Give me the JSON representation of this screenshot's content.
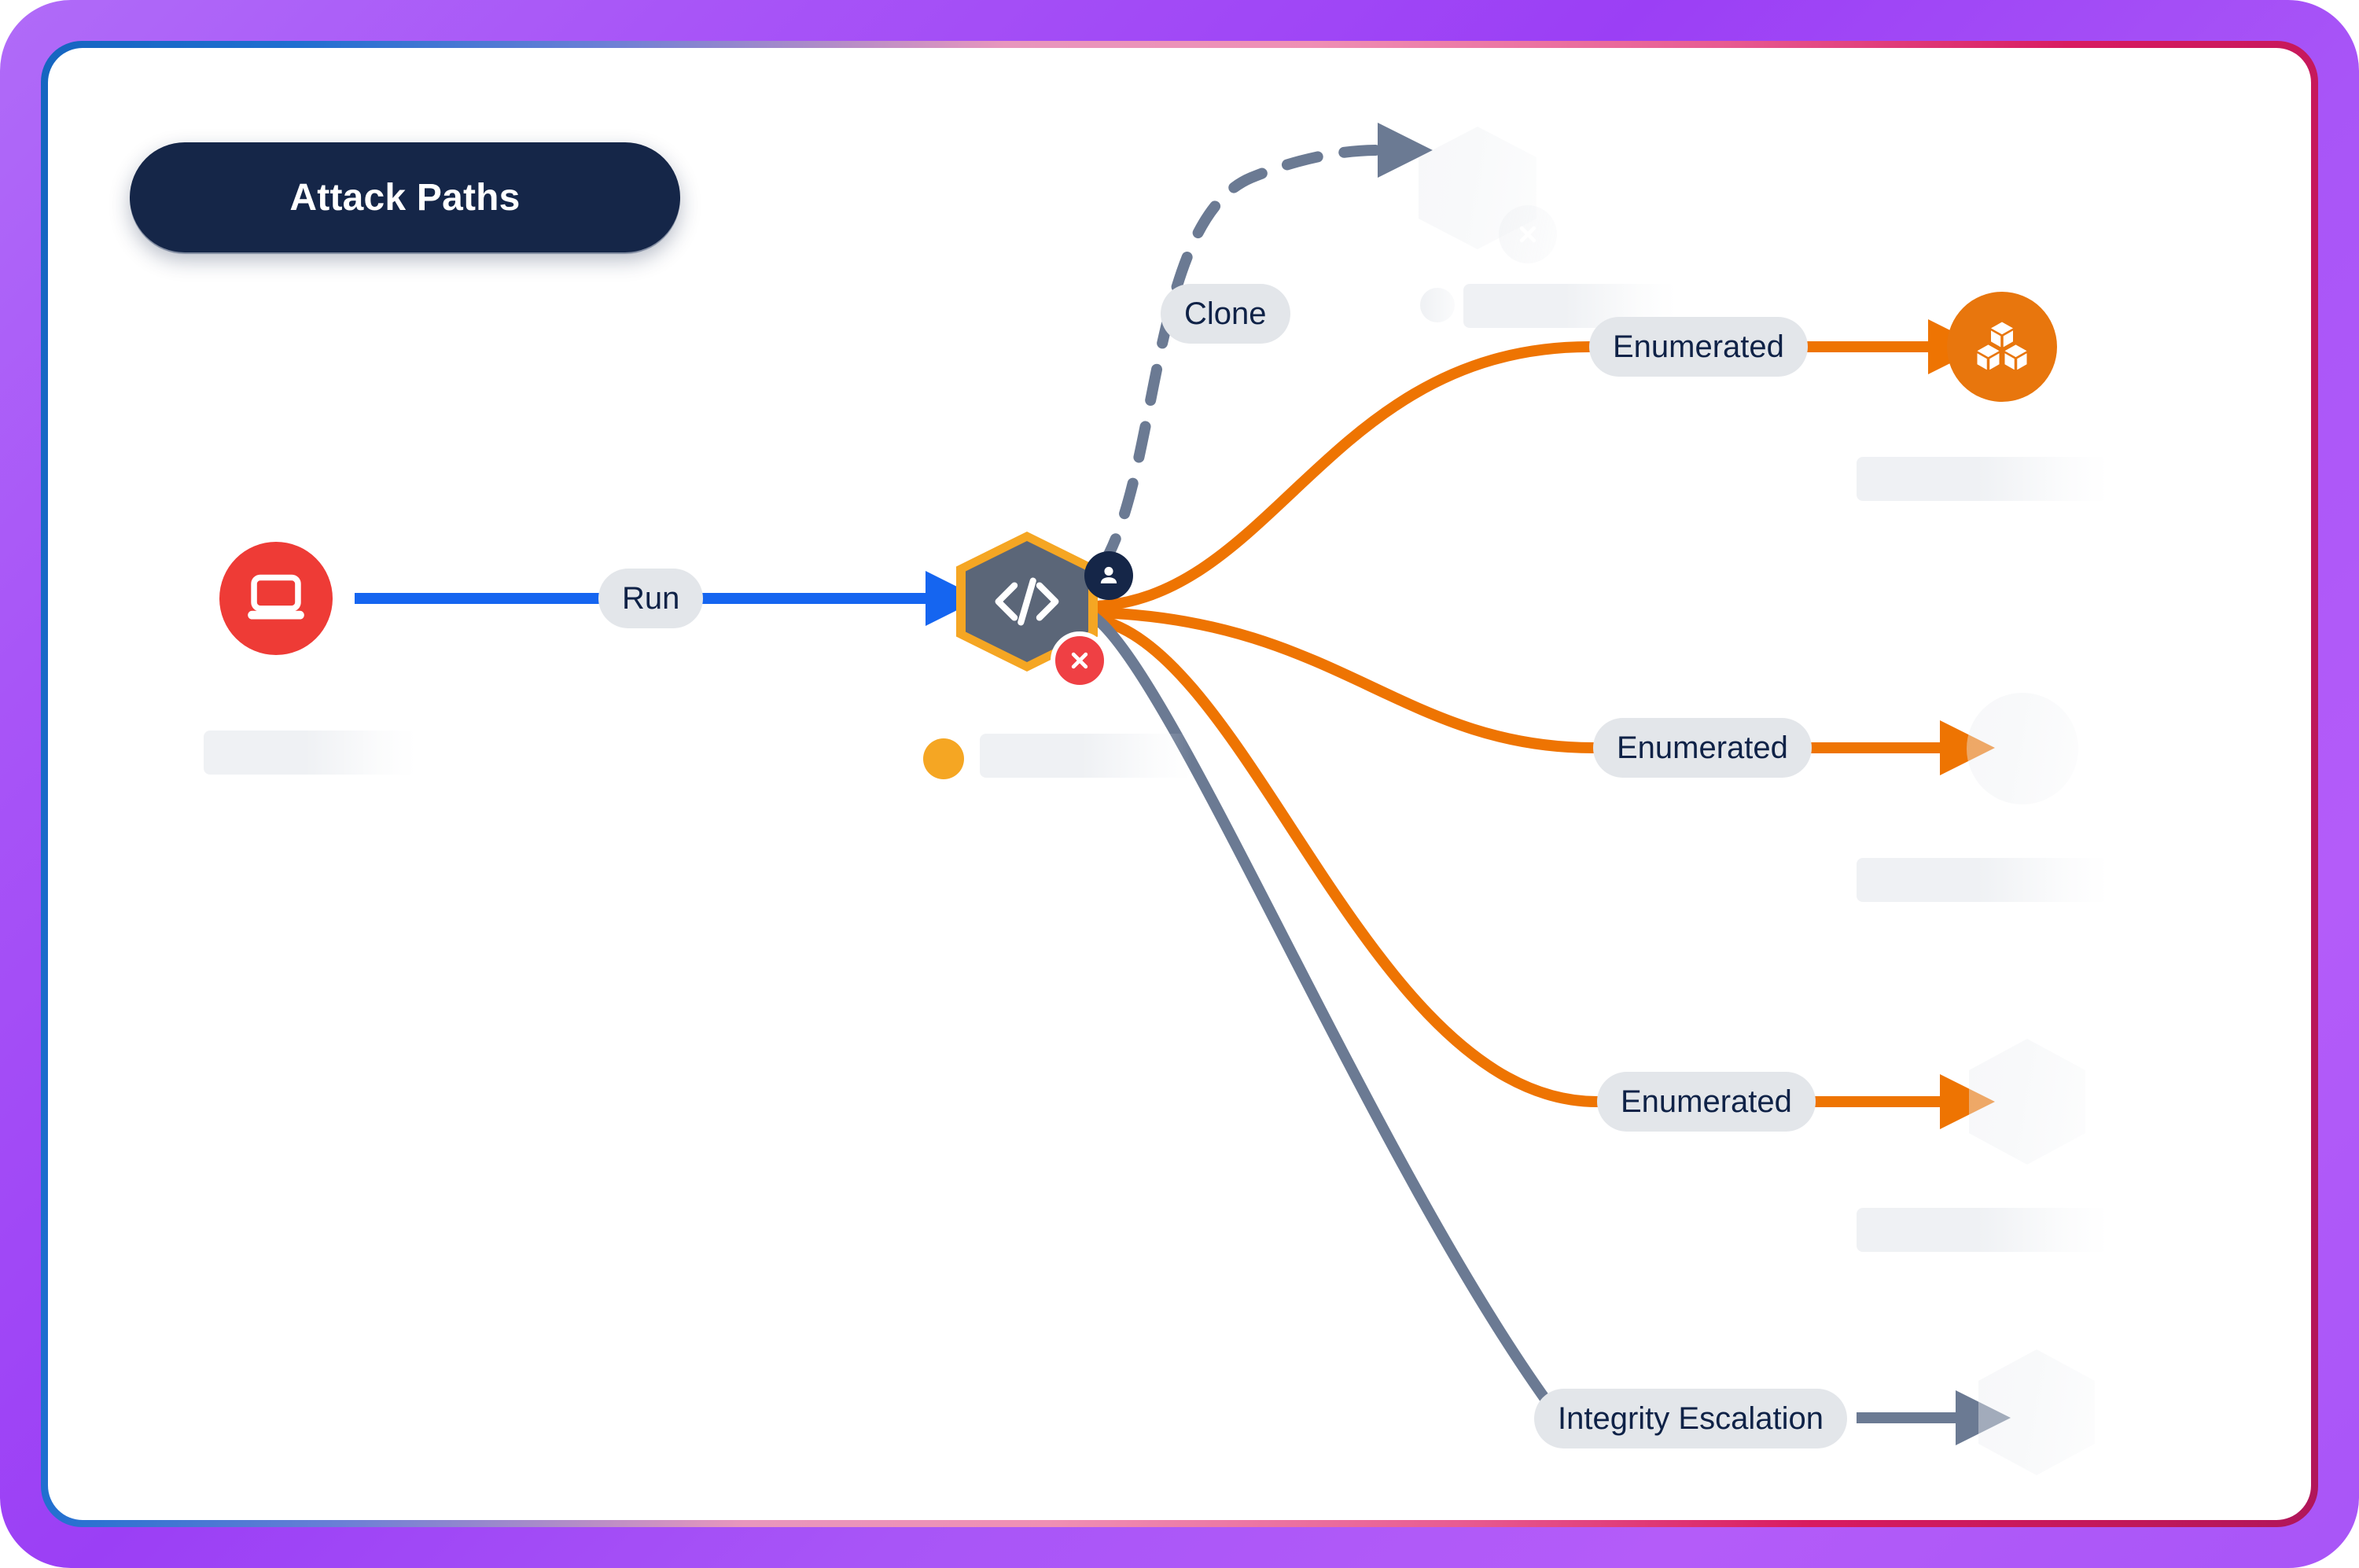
{
  "window": {
    "title": "Attack Paths",
    "outer_frame_color": "#a855f7",
    "accent_ring_gradient": [
      "#1565c0",
      "#ef8fb4",
      "#c2185b"
    ],
    "canvas_background": "#ffffff"
  },
  "badge": {
    "label": "Attack Paths",
    "background": "#152648",
    "text_color": "#ffffff"
  },
  "graph": {
    "type": "attack-path-graph",
    "nodes": [
      {
        "id": "workstation",
        "icon": "laptop-icon",
        "shape": "circle",
        "color": "#ee3b36",
        "state": "active",
        "has_skeleton_label": true
      },
      {
        "id": "code-repo",
        "icon": "code-brackets-icon",
        "shape": "hexagon",
        "color": "#5b6678",
        "border_color": "#f5a623",
        "state": "selected",
        "badges": [
          "user-badge",
          "error-badge"
        ],
        "status_dot_color": "#f5a623",
        "has_skeleton_label": true
      },
      {
        "id": "cloned-target",
        "icon": "hexagon-icon",
        "shape": "hexagon",
        "color": "#eff1f4",
        "state": "faded",
        "badges": [
          "error-badge"
        ],
        "has_skeleton_label": true
      },
      {
        "id": "aws-resource",
        "icon": "cubes-icon",
        "shape": "circle",
        "color": "#e8760d",
        "state": "active",
        "has_skeleton_label": true
      },
      {
        "id": "resource-two",
        "icon": "circle-icon",
        "shape": "circle",
        "color": "#eff1f4",
        "state": "faded",
        "has_skeleton_label": true
      },
      {
        "id": "resource-three",
        "icon": "hexagon-icon",
        "shape": "hexagon",
        "color": "#eff1f4",
        "state": "faded",
        "has_skeleton_label": true
      },
      {
        "id": "resource-four",
        "icon": "hexagon-icon",
        "shape": "hexagon",
        "color": "#eff1f4",
        "state": "faded",
        "has_skeleton_label": false
      }
    ],
    "edges": [
      {
        "id": "e-run",
        "label": "Run",
        "from": "workstation",
        "to": "code-repo",
        "color": "#1565f0",
        "style": "solid",
        "arrow": true
      },
      {
        "id": "e-clone",
        "label": "Clone",
        "from": "code-repo",
        "to": "cloned-target",
        "color": "#6b7a93",
        "style": "dashed",
        "arrow": true
      },
      {
        "id": "e-enum-1",
        "label": "Enumerated",
        "from": "code-repo",
        "to": "aws-resource",
        "color": "#ee7402",
        "style": "solid",
        "arrow": true
      },
      {
        "id": "e-enum-2",
        "label": "Enumerated",
        "from": "code-repo",
        "to": "resource-two",
        "color": "#ee7402",
        "style": "solid",
        "arrow": true
      },
      {
        "id": "e-enum-3",
        "label": "Enumerated",
        "from": "code-repo",
        "to": "resource-three",
        "color": "#ee7402",
        "style": "solid",
        "arrow": true
      },
      {
        "id": "e-integrity",
        "label": "Integrity Escalation",
        "from": "code-repo",
        "to": "resource-four",
        "color": "#6b7a93",
        "style": "solid",
        "arrow": true
      }
    ]
  },
  "labels": {
    "run": "Run",
    "clone": "Clone",
    "enumerated_1": "Enumerated",
    "enumerated_2": "Enumerated",
    "enumerated_3": "Enumerated",
    "integrity_escalation": "Integrity Escalation"
  },
  "colors": {
    "orange_edge": "#ee7402",
    "blue_edge": "#1565f0",
    "gray_edge": "#6b7a93",
    "node_red": "#ee3b36",
    "node_orange": "#e8760d",
    "hex_fill": "#5b6678",
    "hex_border": "#f5a623",
    "badge_navy": "#152648",
    "error_red": "#ef4044",
    "pill_bg": "#e3e6ea",
    "pill_text": "#0f2247",
    "skeleton": "#eff1f4",
    "status_amber": "#f5a623"
  }
}
